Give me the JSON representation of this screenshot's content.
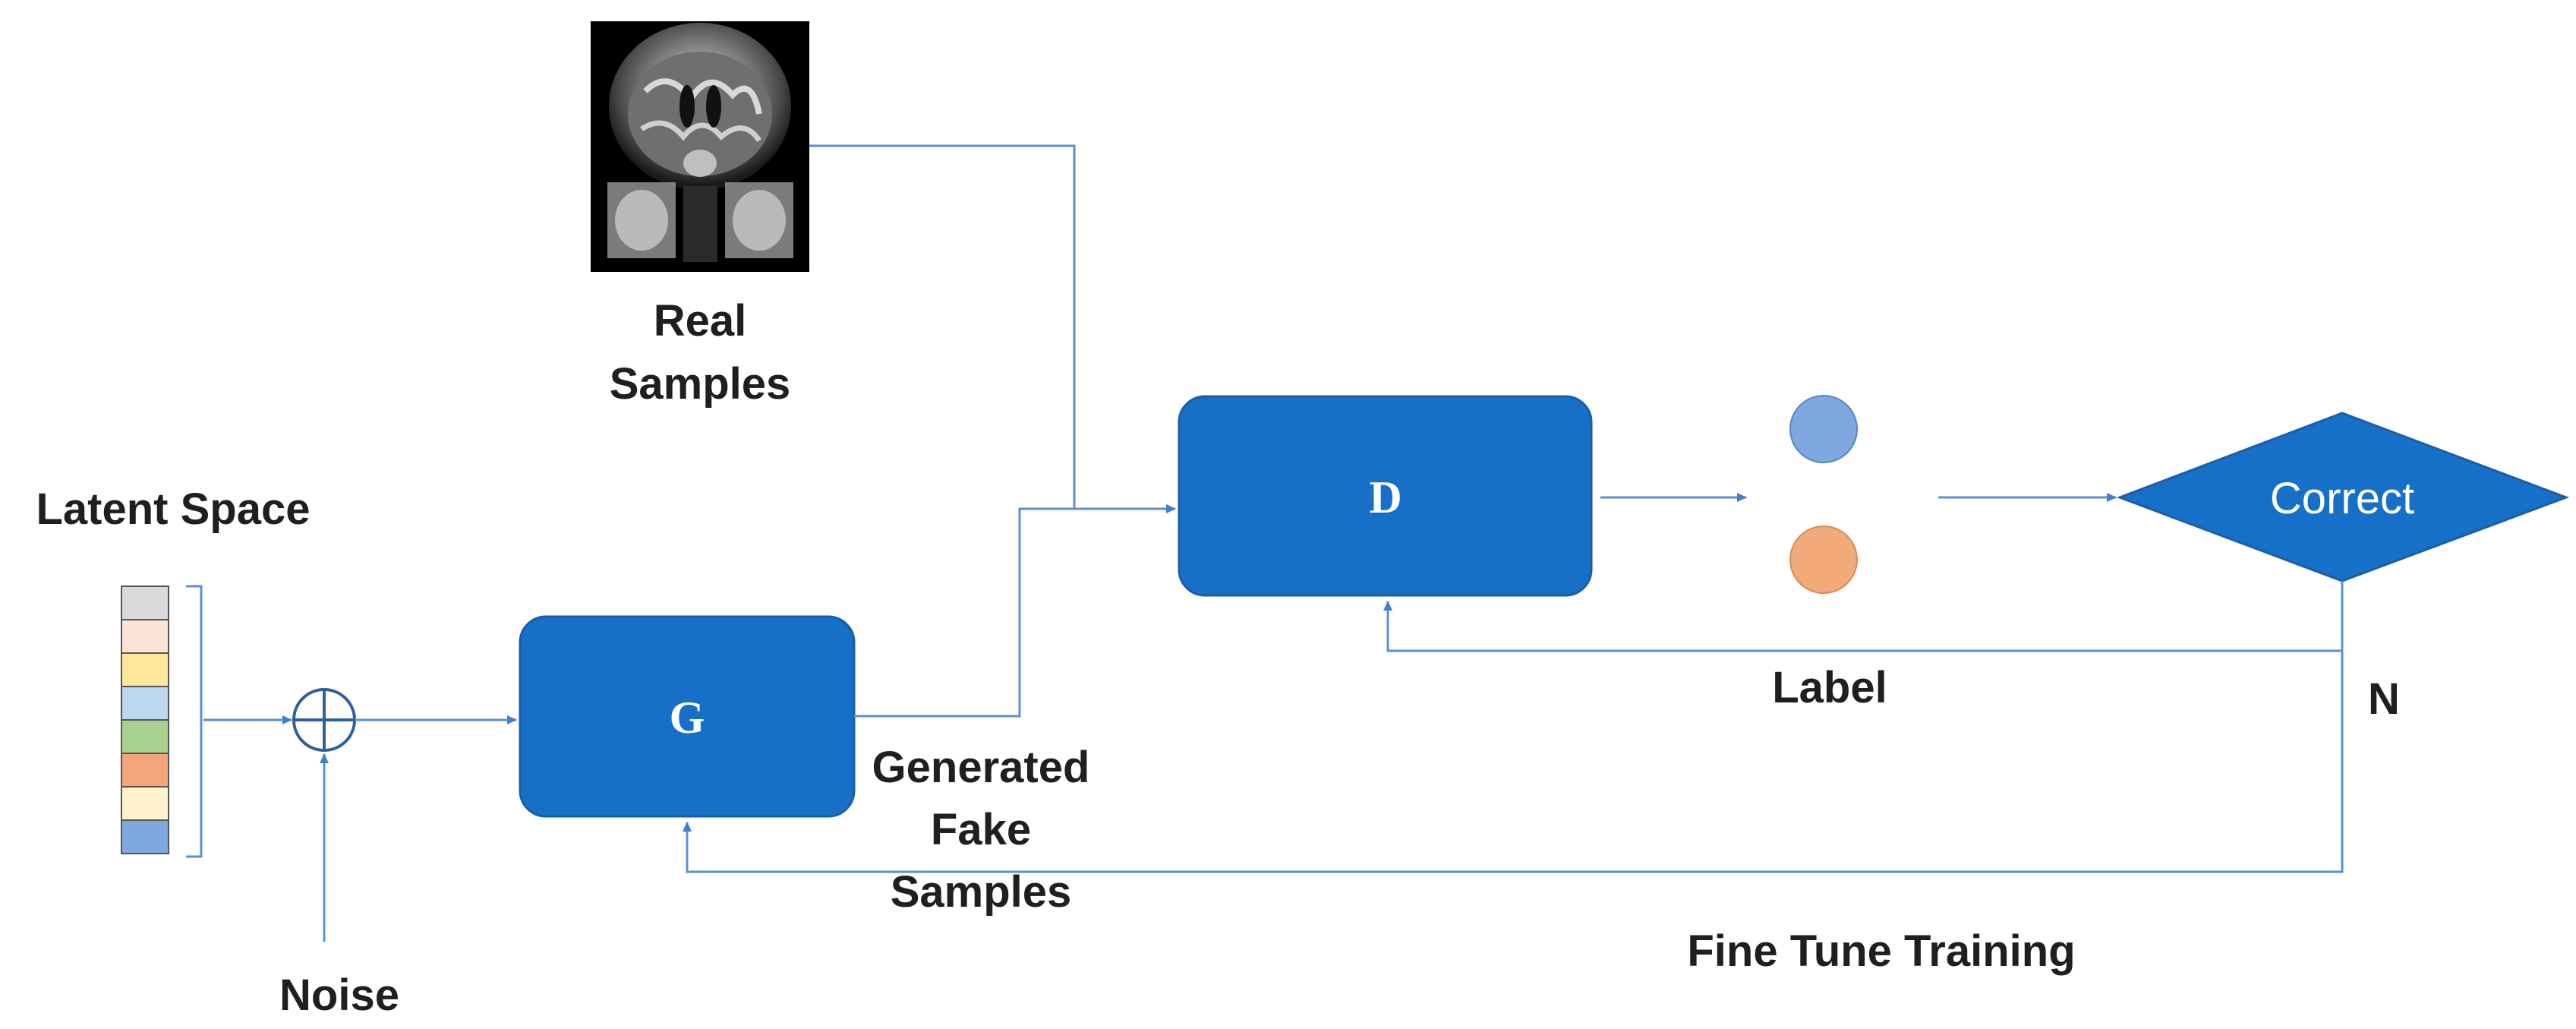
{
  "labels": {
    "latent_space": "Latent Space",
    "noise": "Noise",
    "generator": "G",
    "discriminator": "D",
    "real_samples_line1": "Real",
    "real_samples_line2": "Samples",
    "fake_line1": "Generated",
    "fake_line2": "Fake",
    "fake_line3": "Samples",
    "decision": "Correct",
    "label": "Label",
    "no_branch": "N",
    "fine_tune": "Fine Tune Training"
  },
  "colors": {
    "box_fill": "#1670c8",
    "box_stroke": "#1a5ea8",
    "arrow": "#5b8fd6",
    "real_circle": "#7fa8e0",
    "fake_circle": "#f4a97a",
    "latent_cells": [
      "#d9d9d9",
      "#fbe3d6",
      "#ffe699",
      "#bdd7ee",
      "#a9d18e",
      "#f4a57a",
      "#fff2cc",
      "#7fa8e0"
    ]
  },
  "icons": {
    "sum": "circled-plus-icon",
    "real_image": "brain-mri-icon"
  }
}
